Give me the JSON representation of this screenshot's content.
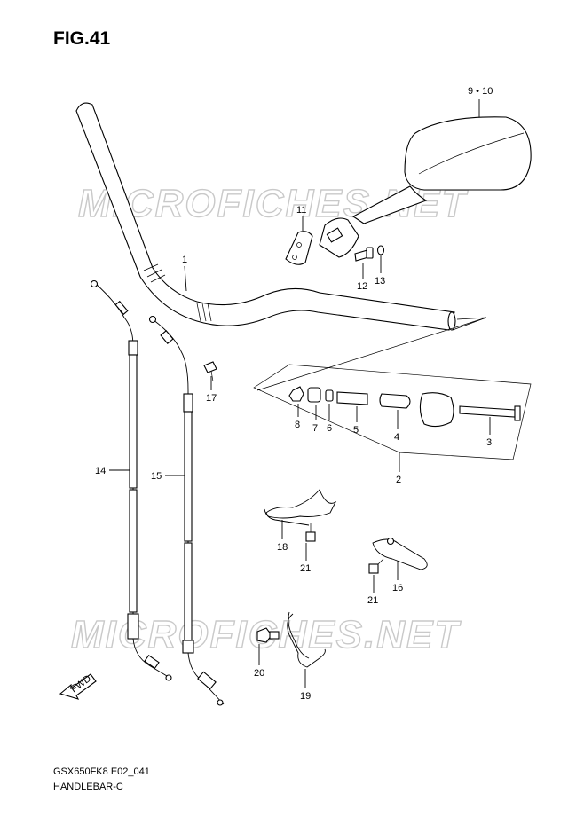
{
  "figure": {
    "title": "FIG.41",
    "model_code": "GSX650FK8 E02_041",
    "name": "HANDLEBAR-C"
  },
  "watermark": "MICROFICHES.NET",
  "fwd_label": "FWD",
  "callouts": {
    "c1": "1",
    "c2": "2",
    "c3": "3",
    "c4": "4",
    "c5": "5",
    "c6": "6",
    "c7": "7",
    "c8": "8",
    "c9": "9 • 10",
    "c11": "11",
    "c12": "12",
    "c13": "13",
    "c14": "14",
    "c15": "15",
    "c16": "16",
    "c17": "17",
    "c18": "18",
    "c19": "19",
    "c20": "20",
    "c21a": "21",
    "c21b": "21"
  }
}
